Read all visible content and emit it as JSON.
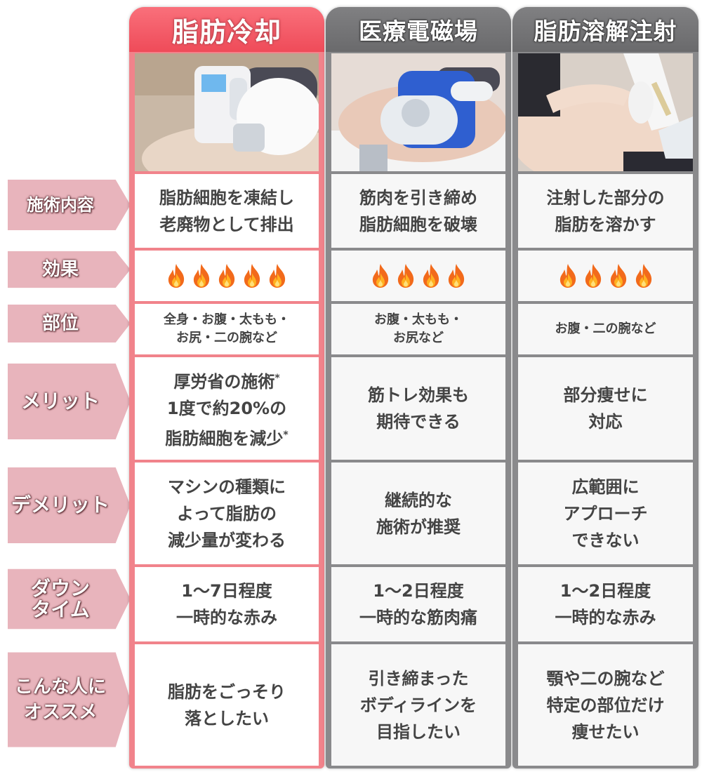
{
  "columns": [
    {
      "header": "脂肪冷却"
    },
    {
      "header": "医療電磁場"
    },
    {
      "header": "脂肪溶解注射"
    }
  ],
  "row_labels": {
    "content": "施術内容",
    "effect": "効果",
    "area": "部位",
    "merit": "メリット",
    "demerit": "デメリット",
    "downtime": [
      "ダウン",
      "タイム"
    ],
    "recommend": [
      "こんな人に",
      "オススメ"
    ]
  },
  "rows": {
    "content": [
      [
        "脂肪細胞を凍結し",
        "老廃物として排出"
      ],
      [
        "筋肉を引き締め",
        "脂肪細胞を破壊"
      ],
      [
        "注射した部分の",
        "脂肪を溶かす"
      ]
    ],
    "effect_flames": [
      5,
      4,
      4
    ],
    "area": [
      [
        "全身・お腹・太もも・",
        "お尻・二の腕など"
      ],
      [
        "お腹・太もも・",
        "お尻など"
      ],
      [
        "お腹・二の腕など"
      ]
    ],
    "merit": {
      "col1": {
        "line1": "厚労省の施術",
        "line2": "1度で約20%の",
        "line3": "脂肪細胞を減少",
        "mark": "*"
      },
      "col2": [
        "筋トレ効果も",
        "期待できる"
      ],
      "col3": [
        "部分痩せに",
        "対応"
      ]
    },
    "demerit": [
      [
        "マシンの種類に",
        "よって脂肪の",
        "減少量が変わる"
      ],
      [
        "継続的な",
        "施術が推奨"
      ],
      [
        "広範囲に",
        "アプローチ",
        "できない"
      ]
    ],
    "downtime": [
      [
        "1〜7日程度",
        "一時的な赤み"
      ],
      [
        "1〜2日程度",
        "一時的な筋肉痛"
      ],
      [
        "1〜2日程度",
        "一時的な赤み"
      ]
    ],
    "recommend": [
      [
        "脂肪をごっそり",
        "落としたい"
      ],
      [
        "引き締まった",
        "ボディラインを",
        "目指したい"
      ],
      [
        "顎や二の腕など",
        "特定の部位だけ",
        "痩せたい"
      ]
    ]
  },
  "colors": {
    "accent": "#ef4b59",
    "accent_frame": "#f1838b",
    "gray_header": "#6a6a6c",
    "label_fill": "#e8b4bc",
    "flame": "#f26a1b"
  }
}
